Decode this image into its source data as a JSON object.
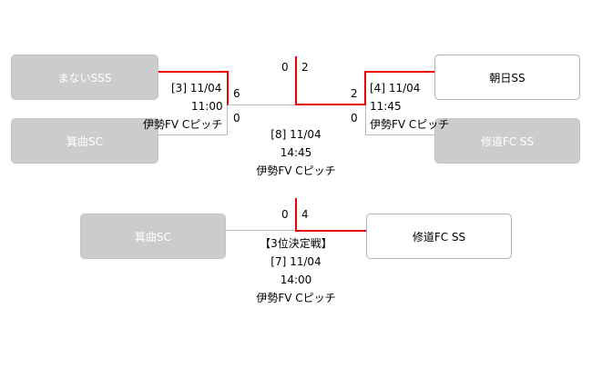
{
  "bracket": {
    "teams": {
      "manai": "まないSSS",
      "minoo_sf": "箕曲SC",
      "asahi": "朝日SS",
      "shudo_sf": "修道FC SS",
      "minoo_3rd": "箕曲SC",
      "shudo_3rd": "修道FC SS"
    },
    "match3": {
      "label": "[3] 11/04",
      "time": "11:00",
      "venue": "伊勢FV Cピッチ",
      "score_top": "6",
      "score_bottom": "0"
    },
    "match4": {
      "label": "[4] 11/04",
      "time": "11:45",
      "venue": "伊勢FV Cピッチ",
      "score_top": "2",
      "score_bottom": "0"
    },
    "final": {
      "score_left": "0",
      "score_right": "2",
      "label": "[8] 11/04",
      "time": "14:45",
      "venue": "伊勢FV Cピッチ"
    },
    "third_place": {
      "title": "【3位決定戦】",
      "score_left": "0",
      "score_right": "4",
      "label": "[7] 11/04",
      "time": "14:00",
      "venue": "伊勢FV Cピッチ"
    }
  },
  "colors": {
    "winner_line": "#e8000d",
    "loser_line": "#bbbbbb",
    "loser_box": "#cccccc",
    "winner_box": "#ffffff"
  }
}
